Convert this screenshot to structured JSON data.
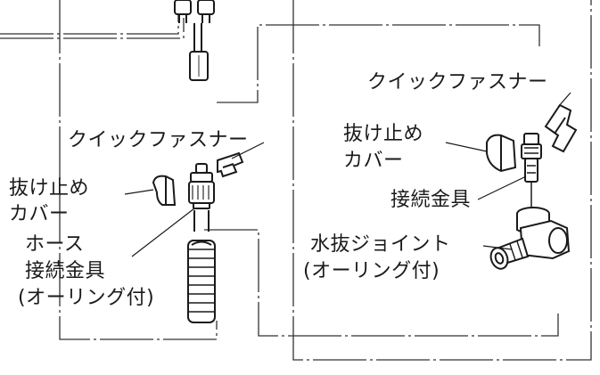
{
  "labels": {
    "quick_fastener_left": "クイックファスナー",
    "stopper_cover_left_1": "抜け止め",
    "stopper_cover_left_2": "カバー",
    "hose_fitting_1": "ホース",
    "hose_fitting_2": "接続金具",
    "hose_fitting_3": "(オーリング付)",
    "quick_fastener_right": "クイックファスナー",
    "stopper_cover_right_1": "抜け止め",
    "stopper_cover_right_2": "カバー",
    "fitting_right": "接続金具",
    "drain_joint_1": "水抜ジョイント",
    "drain_joint_2": "(オーリング付)"
  },
  "colors": {
    "line": "#1a1a1a",
    "frame": "#333333",
    "part_fill": "#ffffff",
    "part_shade": "#cccccc"
  },
  "icons": [
    "hose-icon",
    "pipe-icon",
    "quick-fastener-clip-icon",
    "stopper-cover-icon",
    "hose-fitting-icon",
    "fitting-icon",
    "drain-joint-icon"
  ]
}
